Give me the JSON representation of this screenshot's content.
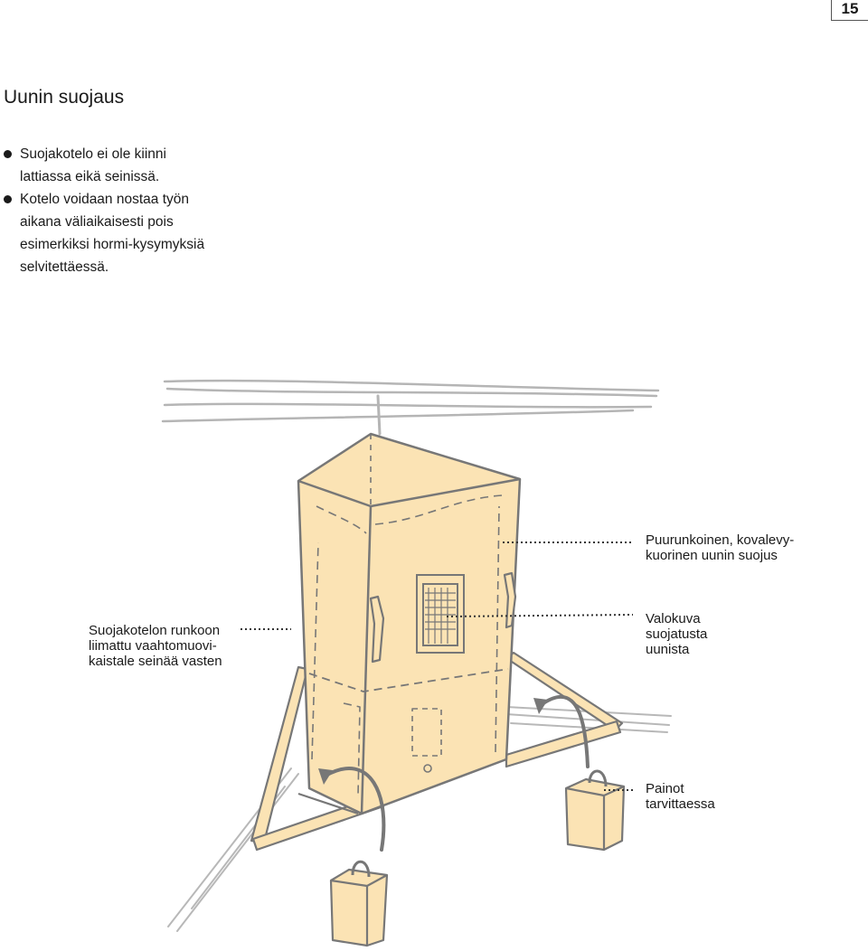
{
  "page": {
    "number": "15"
  },
  "section": {
    "title": "Uunin suojaus",
    "bullets": [
      "Suojakotelo ei ole kiinni lattiassa eikä seinissä.",
      "Kotelo voidaan nostaa työn aikana väliaikaisesti pois esimerkiksi hormi-kysymyksiä selvitettäessä."
    ]
  },
  "callouts": {
    "cover": "Puurunkoinen, kovalevy-\nkuorinen uunin suojus",
    "foam_strip": "Suojakotelon runkoon\nliimattu vaahtomuovi-\nkaistale seinää vasten",
    "photo": "Valokuva\nsuojatusta\nuunista",
    "weights": "Painot\ntarvittaessa"
  },
  "colors": {
    "fill_beige": "#fbe3b4",
    "sketch_line": "#777777",
    "ceiling_line": "#b5b5b5"
  }
}
